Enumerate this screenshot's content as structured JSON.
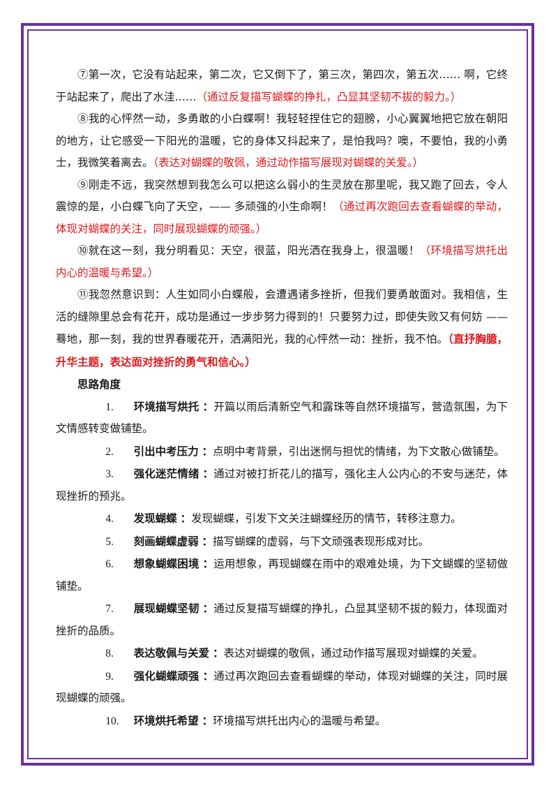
{
  "paragraphs": [
    {
      "text": "⑦第一次，它没有站起来，第二次，它又倒下了，第三次，第四次，第五次…… 啊，它终于站起来了，爬出了水洼……",
      "note": "（通过反复描写蝴蝶的挣扎，凸显其坚韧不拔的毅力。）"
    },
    {
      "text": "⑧我的心怦然一动，多勇敢的小白蝶啊！我轻轻捏住它的翅膀，小心翼翼地把它放在朝阳的地方，让它感受一下阳光的温暖，它的身体又抖起来了，是怕我吗？噢，不要怕，我的小勇士，我微笑着离去。",
      "note": "（表达对蝴蝶的敬佩，通过动作描写展现对蝴蝶的关爱。）"
    },
    {
      "text": "⑨刚走不远，我突然想到我怎么可以把这么弱小的生灵放在那里呢，我又跑了回去，令人震惊的是，小白蝶飞向了天空，—— 多顽强的小生命啊！",
      "note": "（通过再次跑回去查看蝴蝶的举动，体现对蝴蝶的关注，同时展现蝴蝶的顽强。）"
    },
    {
      "text": "⑩就在这一刻，我分明看见：天空，很蓝，阳光洒在我身上，很温暖！",
      "note": "（环境描写烘托出内心的温暖与希望。）"
    },
    {
      "text": "⑪我忽然意识到：人生如同小白蝶般，会遭遇诸多挫折，但我们要勇敢面对。我相信，生活的缝隙里总会有花开，成功是通过一步步努力得到的！只要努力过，即使失败又有何妨 —— 蓦地，那一刻，我的世界春暖花开，洒满阳光，我的心怦然一动：挫折，我不怕。",
      "note": "（直抒胸臆，升华主题，表达面对挫折的勇气和信心。）"
    }
  ],
  "section_heading": "思路角度",
  "items": [
    {
      "num": "1.",
      "title": "环境描写烘托",
      "sep": "：",
      "desc": "开篇以雨后清新空气和露珠等自然环境描写，营造氛围，为下文情感转变做铺垫。"
    },
    {
      "num": "2.",
      "title": "引出中考压力",
      "sep": "：",
      "desc": "点明中考背景，引出迷惘与担忧的情绪，为下文散心做铺垫。"
    },
    {
      "num": "3.",
      "title": "强化迷茫情绪",
      "sep": "：",
      "desc": "通过对被打折花儿的描写，强化主人公内心的不安与迷茫，体现挫折的预兆。"
    },
    {
      "num": "4.",
      "title": "发现蝴蝶",
      "sep": "：",
      "desc": "发现蝴蝶，引发下文关注蝴蝶经历的情节，转移注意力。"
    },
    {
      "num": "5.",
      "title": "刻画蝴蝶虚弱",
      "sep": "：",
      "desc": "描写蝴蝶的虚弱，与下文顽强表现形成对比。"
    },
    {
      "num": "6.",
      "title": "想象蝴蝶困境",
      "sep": "：",
      "desc": "运用想象，再现蝴蝶在雨中的艰难处境，为下文蝴蝶的坚韧做铺垫。"
    },
    {
      "num": "7.",
      "title": "展现蝴蝶坚韧",
      "sep": "：",
      "desc": "通过反复描写蝴蝶的挣扎，凸显其坚韧不拔的毅力，体现面对挫折的品质。"
    },
    {
      "num": "8.",
      "title": "表达敬佩与关爱",
      "sep": "：",
      "desc": "表达对蝴蝶的敬佩，通过动作描写展现对蝴蝶的关爱。"
    },
    {
      "num": "9.",
      "title": "强化蝴蝶顽强",
      "sep": "：",
      "desc": "通过再次跑回去查看蝴蝶的举动，体现对蝴蝶的关注，同时展现蝴蝶的顽强。"
    },
    {
      "num": "10.",
      "title": "环境烘托希望",
      "sep": "：",
      "desc": "环境描写烘托出内心的温暖与希望。"
    }
  ],
  "colors": {
    "frame": "#6a2fa0",
    "annotation": "#e0191e",
    "text": "#1a1a1a"
  }
}
